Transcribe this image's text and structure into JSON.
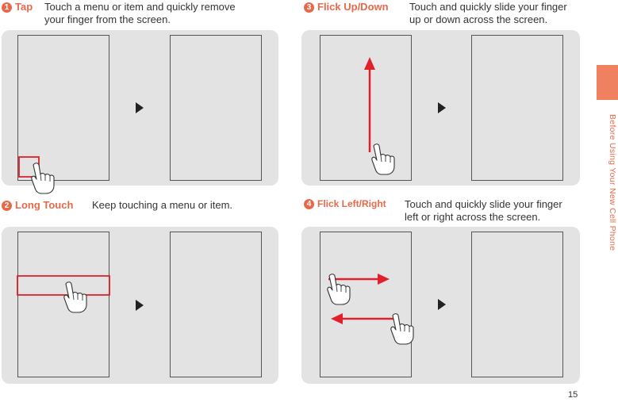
{
  "sections": [
    {
      "num": "1",
      "title": "Tap",
      "desc1": "Touch a menu or item and quickly remove",
      "desc2": "your finger from the screen."
    },
    {
      "num": "2",
      "title": "Long Touch",
      "desc1": "Keep touching a menu or item.",
      "desc2": ""
    },
    {
      "num": "3",
      "title": "Flick Up/Down",
      "desc1": "Touch and quickly slide your finger",
      "desc2": "up or down across the screen."
    },
    {
      "num": "4",
      "title": "Flick Left/Right",
      "desc1": "Touch and quickly slide your finger",
      "desc2": "left or right across the screen."
    }
  ],
  "side_tab_text": "Before Using Your New Cell Phone",
  "page_number": "15",
  "colors": {
    "accent": "#e8694a",
    "highlight": "#e0212b",
    "panel": "#e3e3e3"
  },
  "icons": [
    "pointing-hand-icon",
    "play-arrow-icon"
  ]
}
